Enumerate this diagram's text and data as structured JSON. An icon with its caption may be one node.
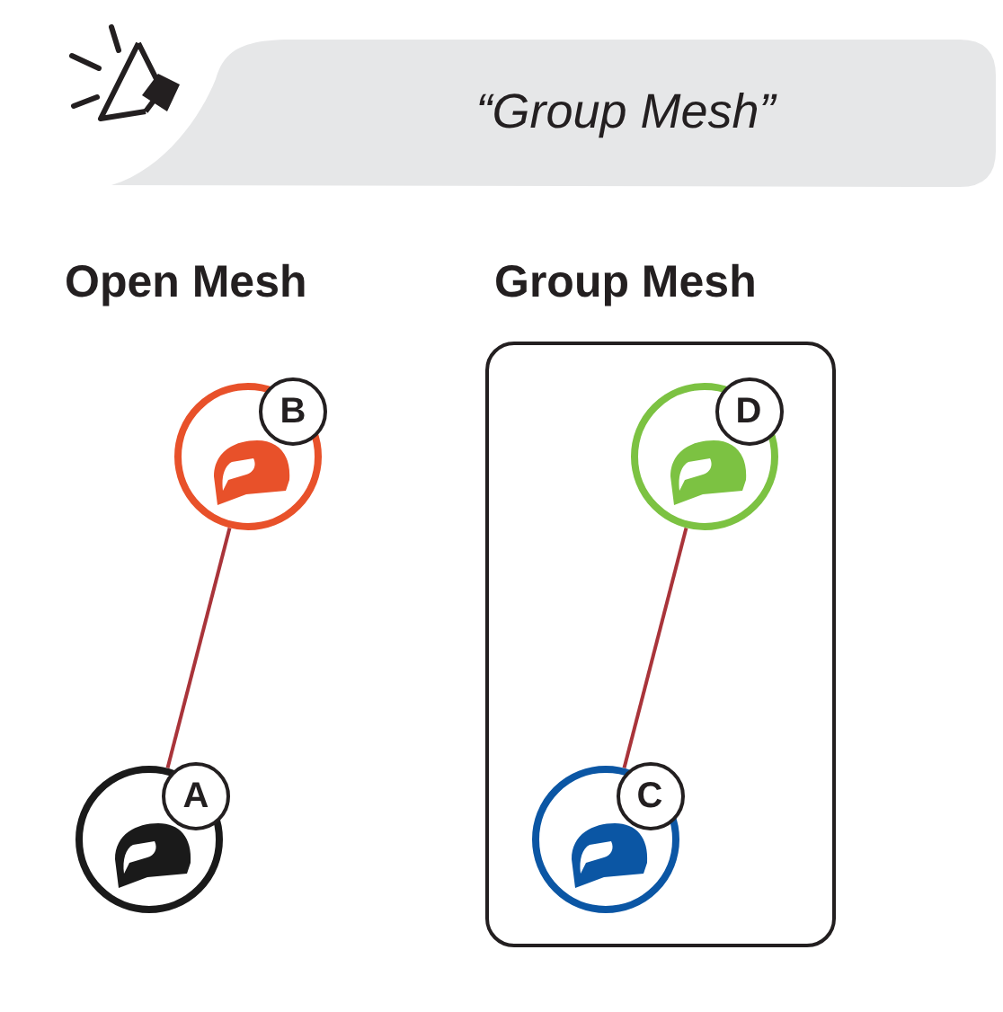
{
  "diagram": {
    "nodes": [
      {
        "text": [
          "“Group Mesh”"
        ]
      },
      {
        "text": [
          "B"
        ]
      },
      {
        "text": [
          "A"
        ]
      },
      {
        "text": [],
        "shape": "box"
      },
      {
        "text": [
          "D"
        ],
        "in": 3
      },
      {
        "text": [
          "C"
        ],
        "in": 3
      }
    ],
    "edges": [
      {
        "from": 1,
        "to": 2,
        "arrow": "none"
      },
      {
        "from": 4,
        "to": 5,
        "arrow": "none"
      }
    ],
    "labels": [
      "Open Mesh",
      "Group Mesh"
    ]
  }
}
